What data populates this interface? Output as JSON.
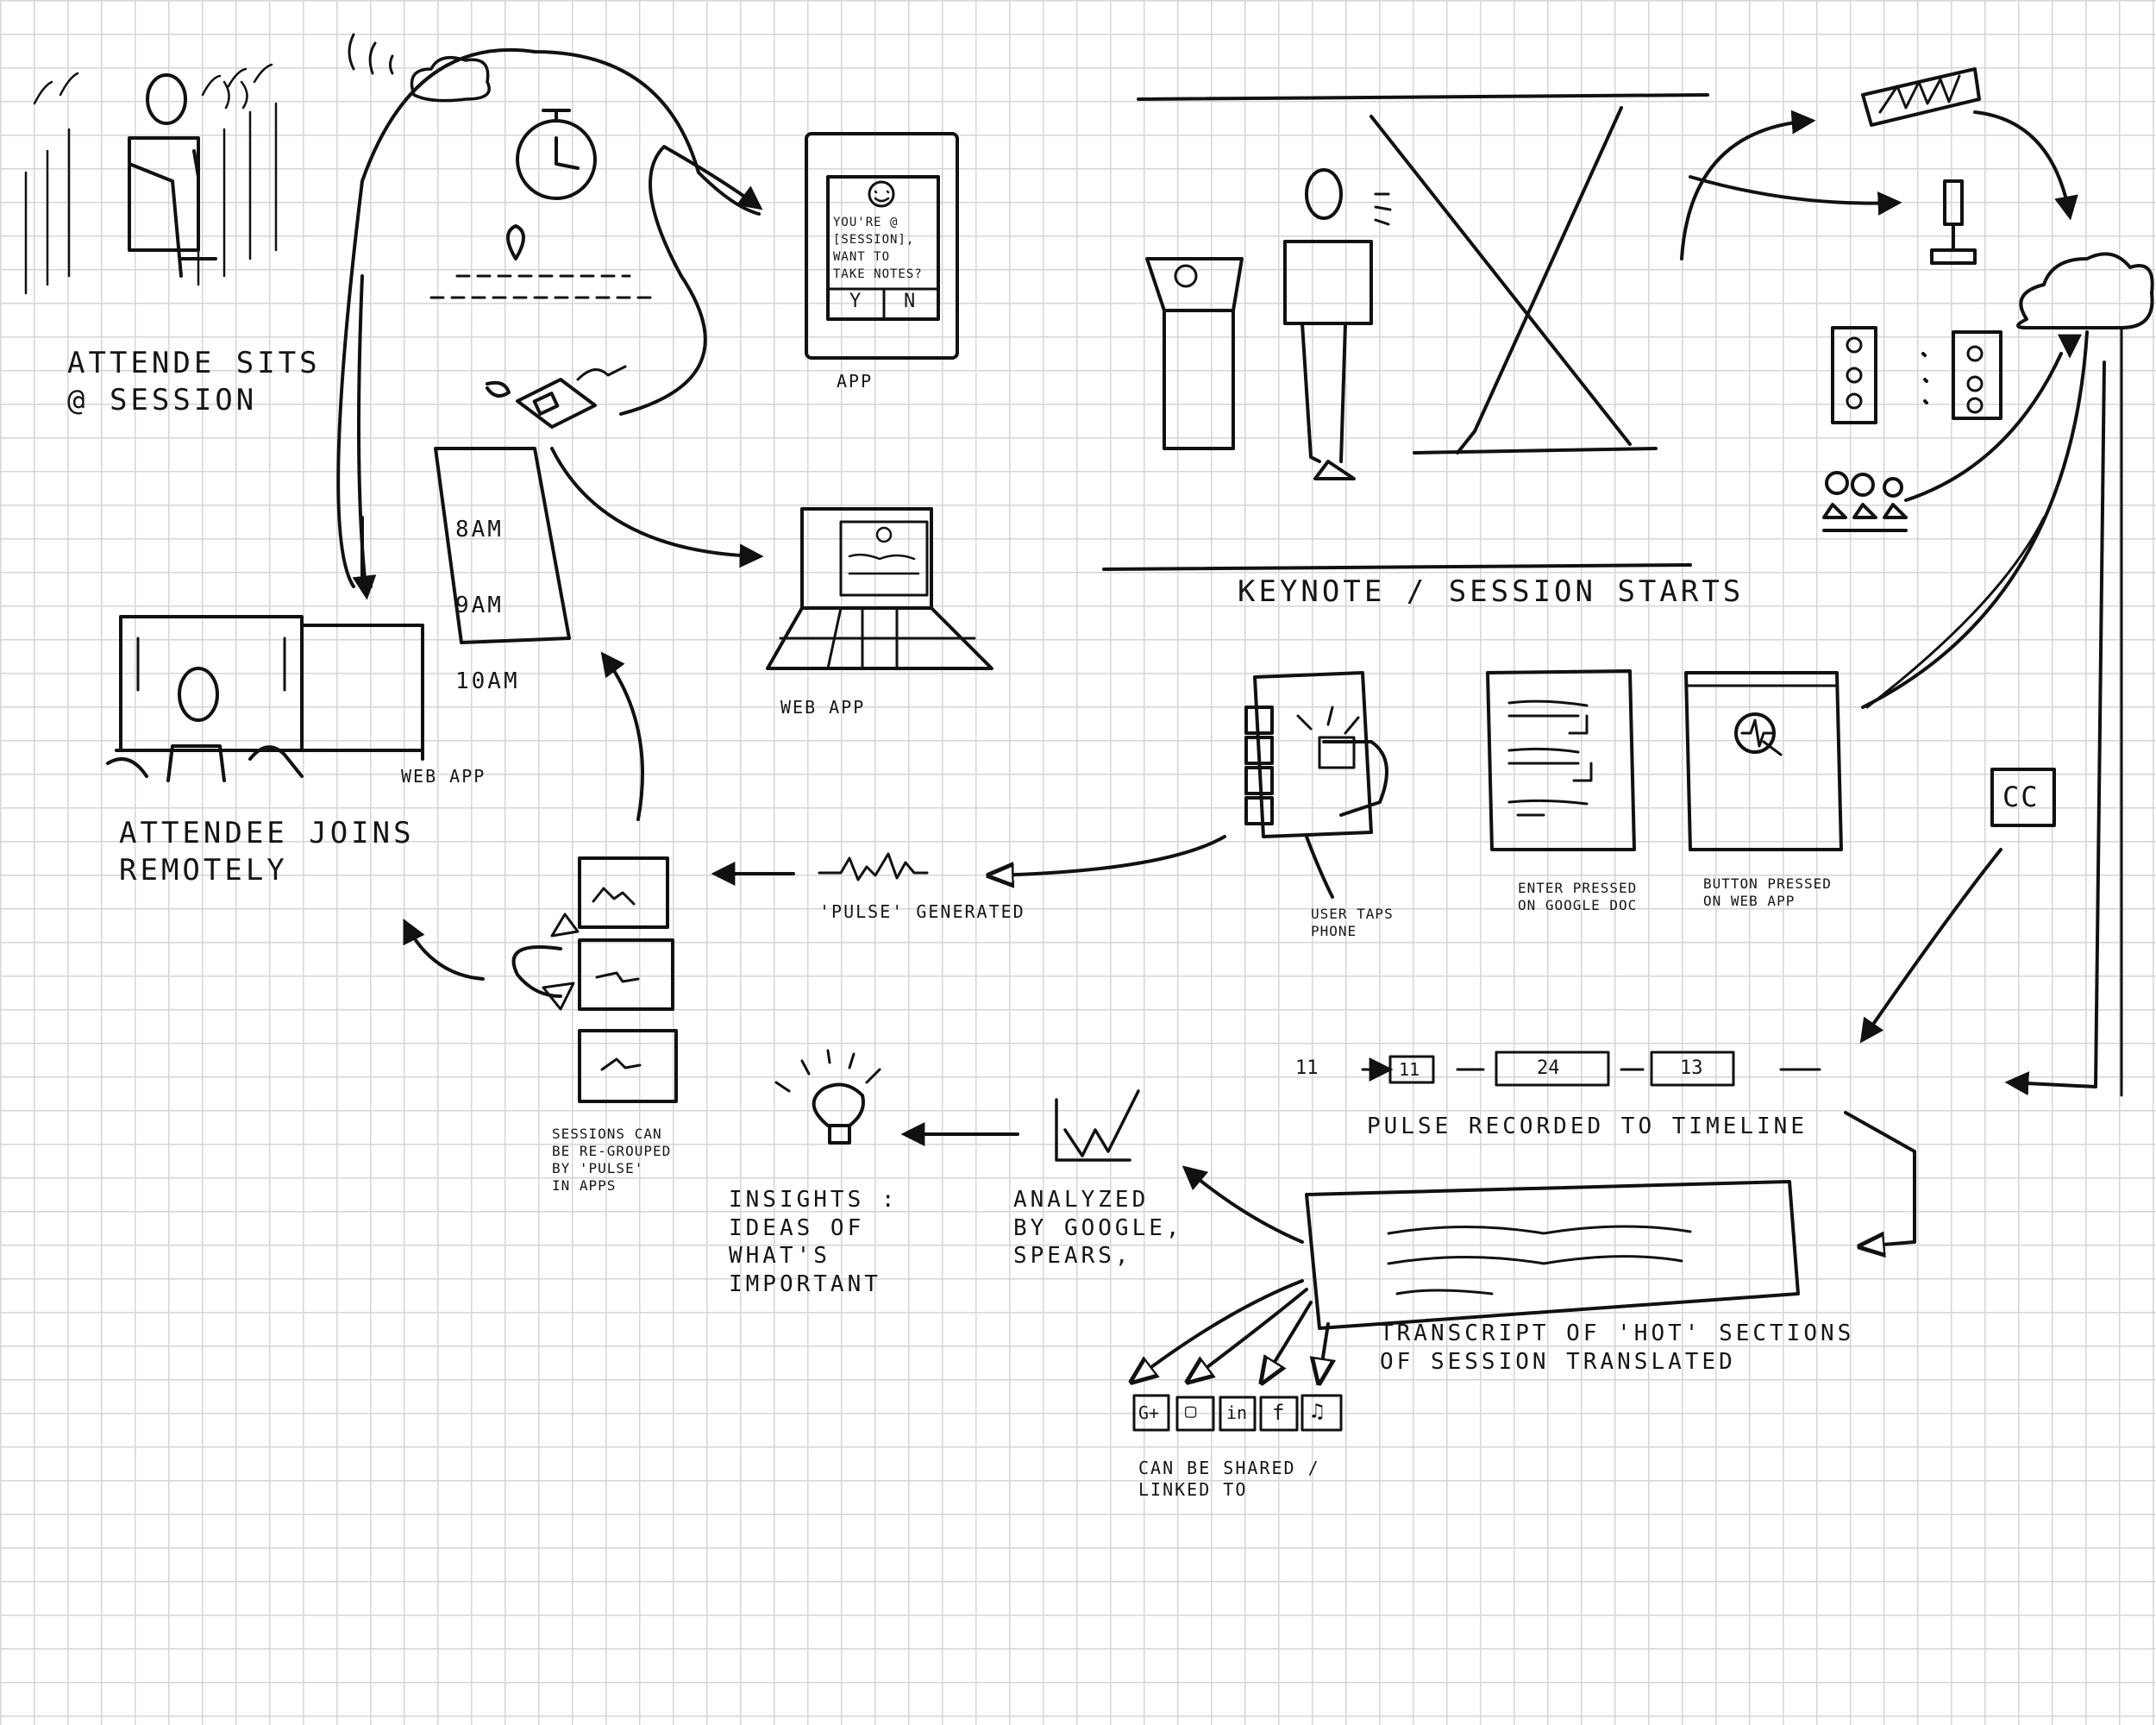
{
  "labels": {
    "attendee_sits": "ATTENDE SITS\n@ SESSION",
    "app": "APP",
    "web_app_laptop": "WEB APP",
    "attendee_joins": "ATTENDEE JOINS\nREMOTELY",
    "web_app_remote": "WEB APP",
    "keynote_starts": "KEYNOTE / SESSION   STARTS",
    "user_taps_phone": "USER TAPS\nPHONE",
    "enter_pressed": "ENTER PRESSED\nON GOOGLE DOC",
    "button_pressed": "BUTTON PRESSED\nON WEB APP",
    "pulse_generated": "'PULSE' GENERATED",
    "sessions_regrouped": "SESSIONS CAN\nBE RE-GROUPED\nBY 'PULSE'\nIN APPS",
    "insights": "INSIGHTS :\nIDEAS OF\nWHAT'S\nIMPORTANT",
    "analyzed": "ANALYZED\nBY GOOGLE,\nSPEARS,",
    "pulse_recorded": "PULSE  RECORDED  TO  TIMELINE",
    "transcript": "TRANSCRIPT  OF 'HOT' SECTIONS\nOF SESSION TRANSLATED",
    "shared": "CAN BE SHARED /\nLINKED TO"
  },
  "schedule": [
    "8AM",
    "9AM",
    "10AM"
  ],
  "phone_prompt": {
    "text": "YOU'RE @\n[SESSION],\nWANT TO\nTAKE NOTES?",
    "yes": "Y",
    "no": "N"
  },
  "timeline_values": [
    "11",
    "24",
    "13"
  ],
  "timeline_lead": "11",
  "caption_badge": "CC",
  "share_icons": [
    "G+",
    "▢",
    "in",
    "f",
    "♫"
  ],
  "colors": {
    "ink": "#111111",
    "grid": "#d6d6d6",
    "paper": "#ffffff"
  }
}
